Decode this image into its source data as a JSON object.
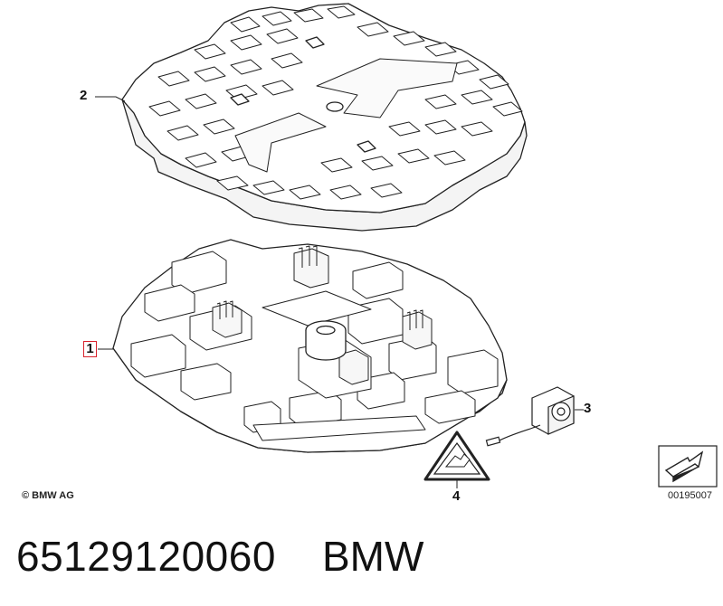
{
  "diagram": {
    "callouts": [
      "1",
      "2",
      "3",
      "4"
    ],
    "copyright": "© BMW AG",
    "diagram_number": "00195007"
  },
  "footer": {
    "part_number": "65129120060",
    "brand": "BMW"
  },
  "colors": {
    "line": "#222222",
    "fill": "#ffffff",
    "highlight_box": "#d9232d"
  },
  "icons": [
    "warning-triangle-icon",
    "navigation-arrow-icon"
  ]
}
